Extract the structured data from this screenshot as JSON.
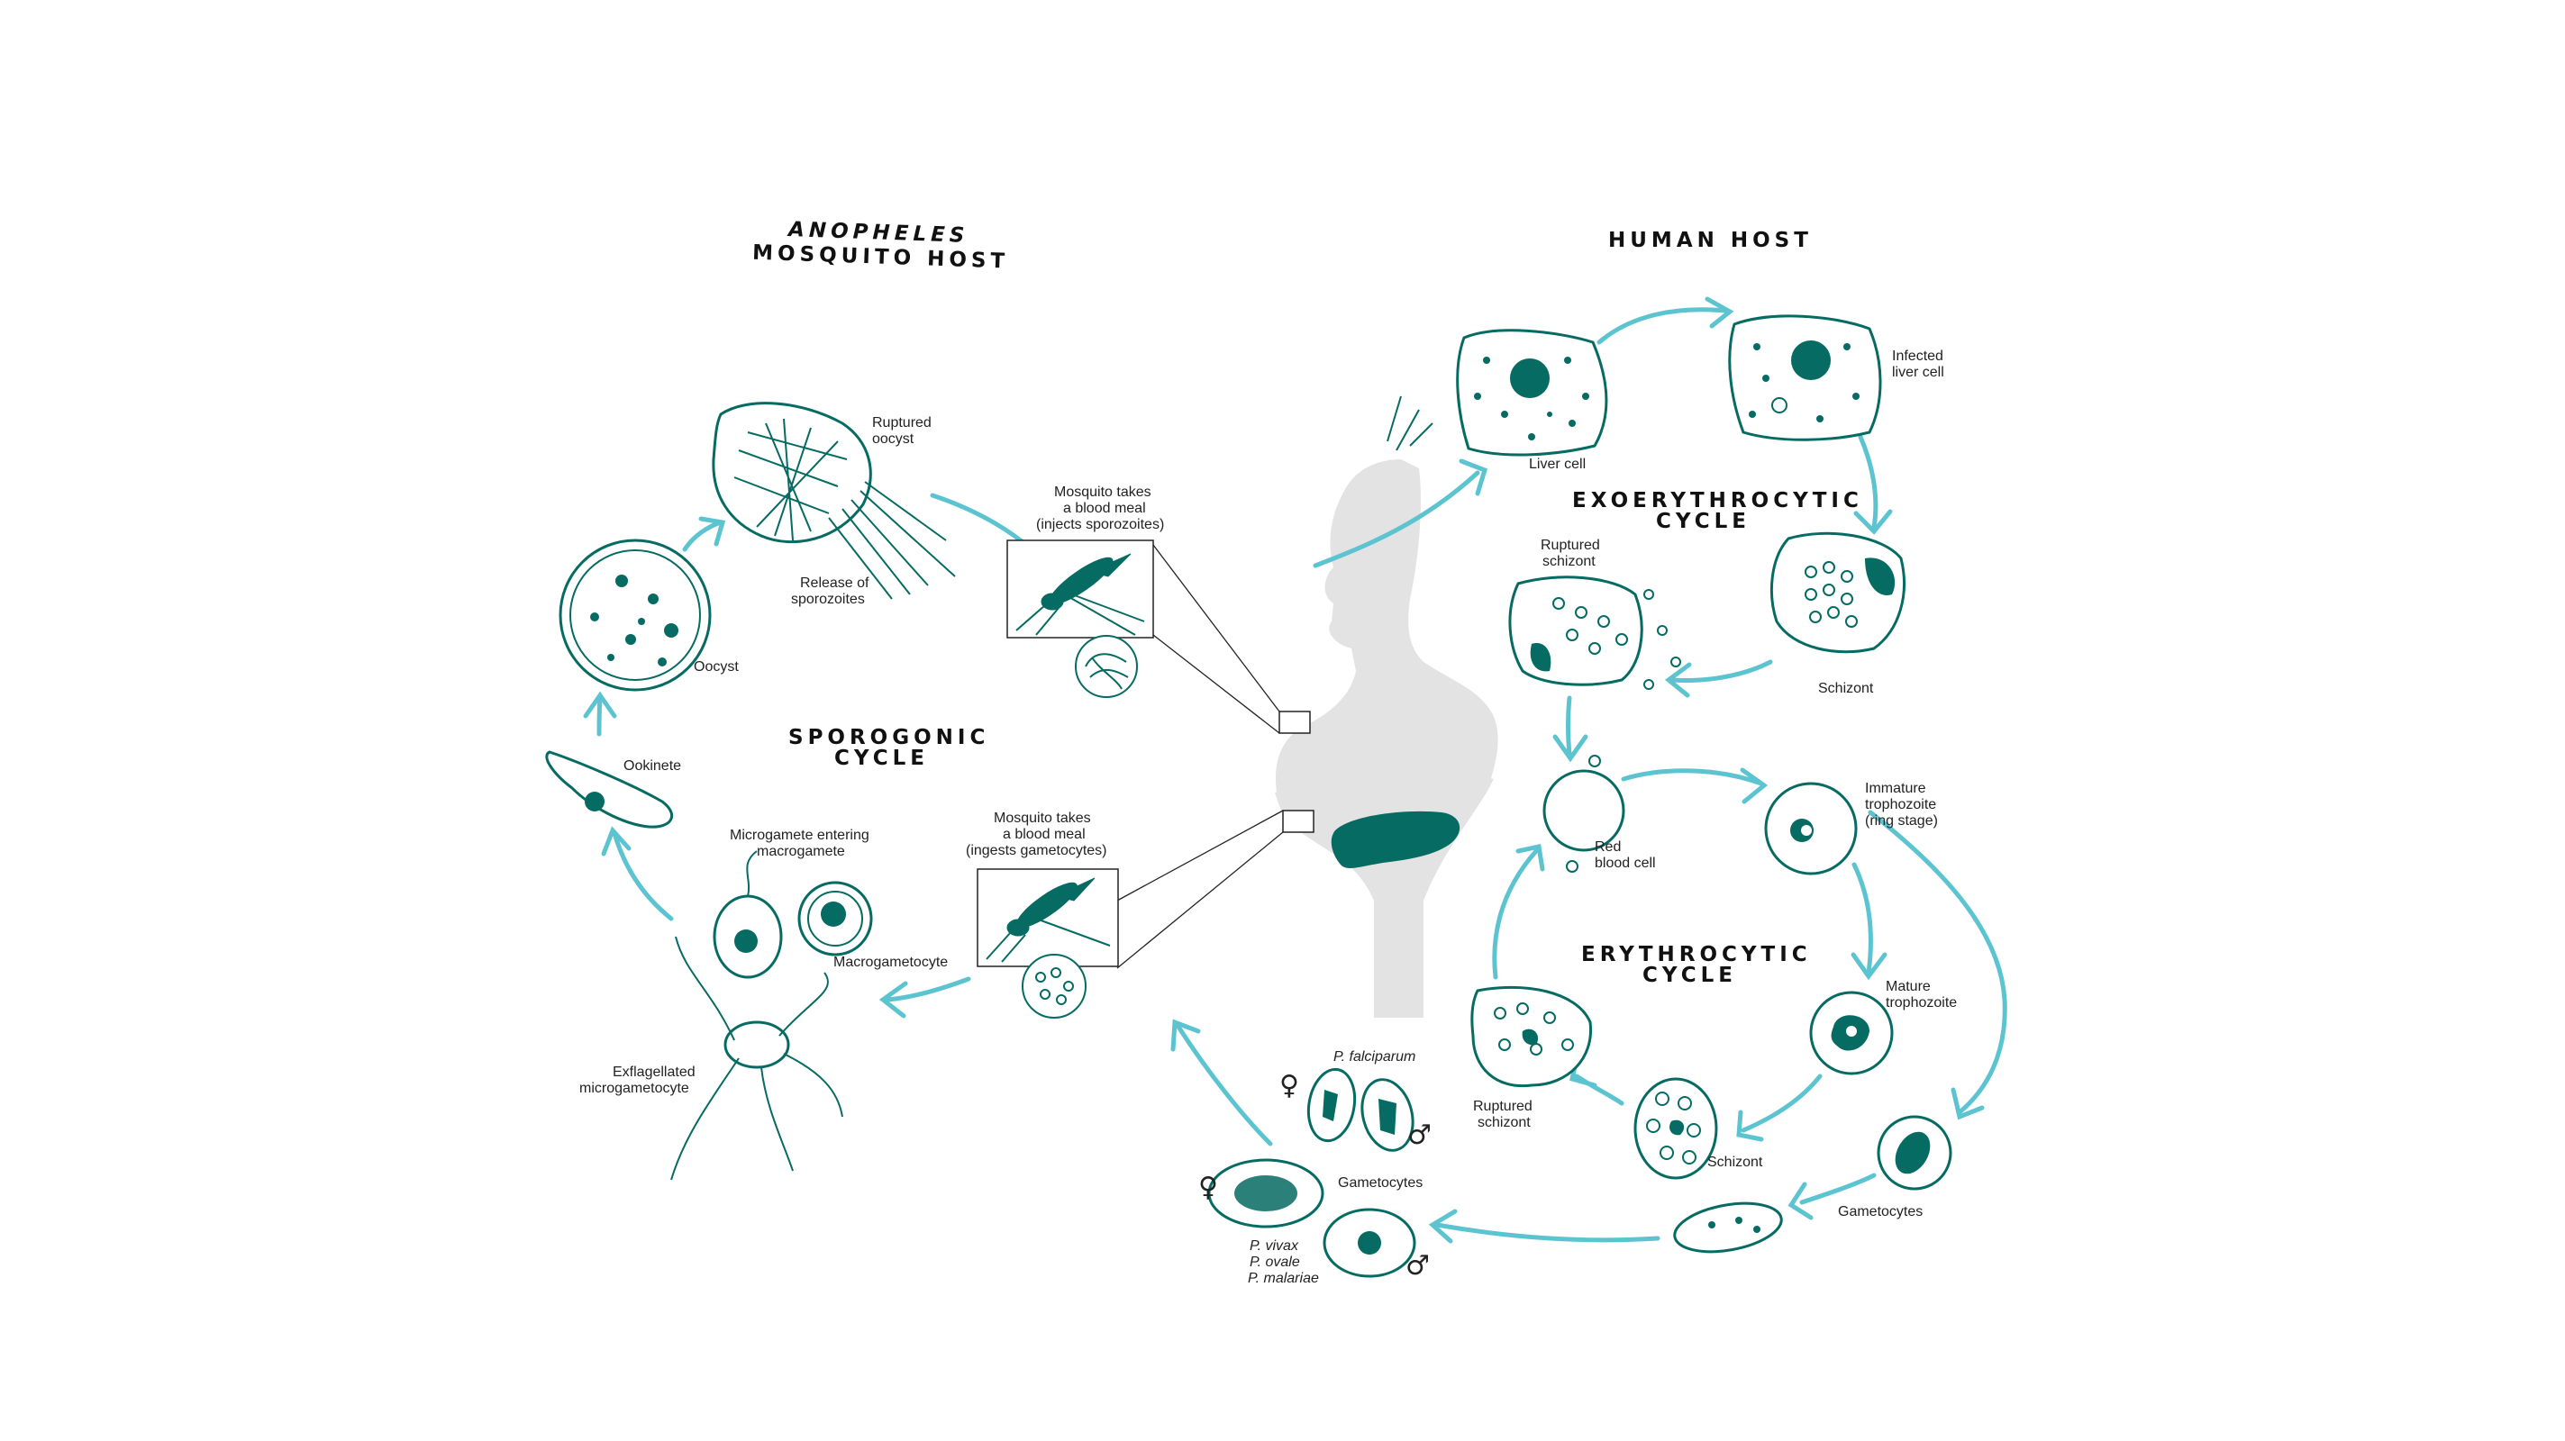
{
  "headers": {
    "mosquito_host_line1": "ANOPHELES",
    "mosquito_host_line2": "MOSQUITO HOST",
    "human_host": "HUMAN HOST",
    "exoerythrocytic_line1": "EXOERYTHROCYTIC",
    "exoerythrocytic_line2": "CYCLE",
    "erythrocytic_line1": "ERYTHROCYTIC",
    "erythrocytic_line2": "CYCLE",
    "sporogonic_line1": "SPOROGONIC",
    "sporogonic_line2": "CYCLE"
  },
  "labels": {
    "ruptured_oocyst_1": "Ruptured",
    "ruptured_oocyst_2": "oocyst",
    "release_1": "Release of",
    "release_2": "sporozoites",
    "oocyst": "Oocyst",
    "ookinete": "Ookinete",
    "micro_entering_1": "Microgamete entering",
    "micro_entering_2": "macrogamete",
    "macrogametocyte": "Macrogametocyte",
    "exflag_1": "Exflagellated",
    "exflag_2": "microgametocyte",
    "bite1_1": "Mosquito takes",
    "bite1_2": "a blood meal",
    "bite1_3": "(injects sporozoites)",
    "bite2_1": "Mosquito takes",
    "bite2_2": "a blood meal",
    "bite2_3": "(ingests gametocytes)",
    "liver_cell": "Liver cell",
    "infected_1": "Infected",
    "infected_2": "liver cell",
    "ruptured_schizont_1": "Ruptured",
    "ruptured_schizont_2": "schizont",
    "schizont_liver": "Schizont",
    "rbc_1": "Red",
    "rbc_2": "blood cell",
    "immature_1": "Immature",
    "immature_2": "trophozoite",
    "immature_3": "(ring stage)",
    "mature_1": "Mature",
    "mature_2": "trophozoite",
    "schizont_blood": "Schizont",
    "ruptured_schizont_b1": "Ruptured",
    "ruptured_schizont_b2": "schizont",
    "gametocytes_right": "Gametocytes",
    "gametocytes_center": "Gametocytes",
    "p_falciparum": "P. falciparum",
    "p_vivax": "P. vivax",
    "p_ovale": "P. ovale",
    "p_malariae": "P. malariae"
  },
  "symbols": {
    "female": "♀",
    "male": "♂"
  },
  "colors": {
    "arrow": "#5cc4d0",
    "cell": "#066b62",
    "body": "#e3e3e3"
  }
}
